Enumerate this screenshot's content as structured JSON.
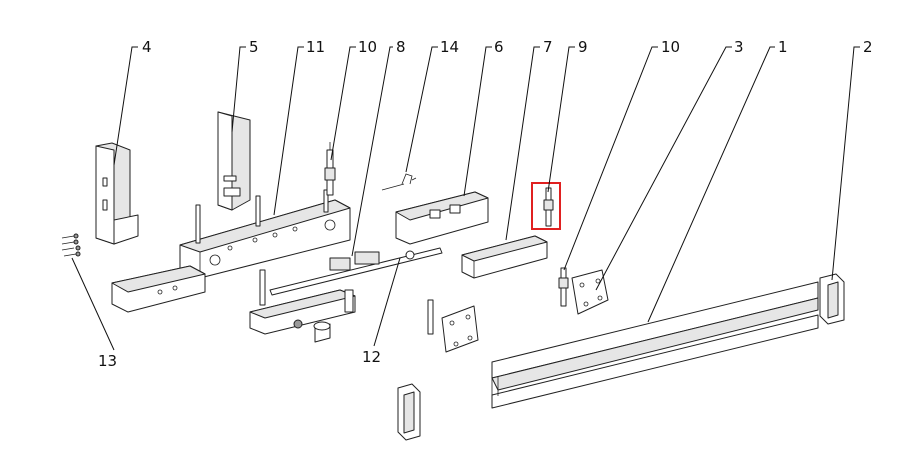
{
  "callouts": {
    "c4": "4",
    "c5": "5",
    "c11": "11",
    "c10a": "10",
    "c8": "8",
    "c14": "14",
    "c6": "6",
    "c7": "7",
    "c9": "9",
    "c10b": "10",
    "c3": "3",
    "c1": "1",
    "c2": "2",
    "c13": "13",
    "c12": "12"
  },
  "highlight": {
    "part": "9",
    "color": "#e02020"
  },
  "colors": {
    "line": "#222222",
    "shade": "#e6e6e6"
  }
}
